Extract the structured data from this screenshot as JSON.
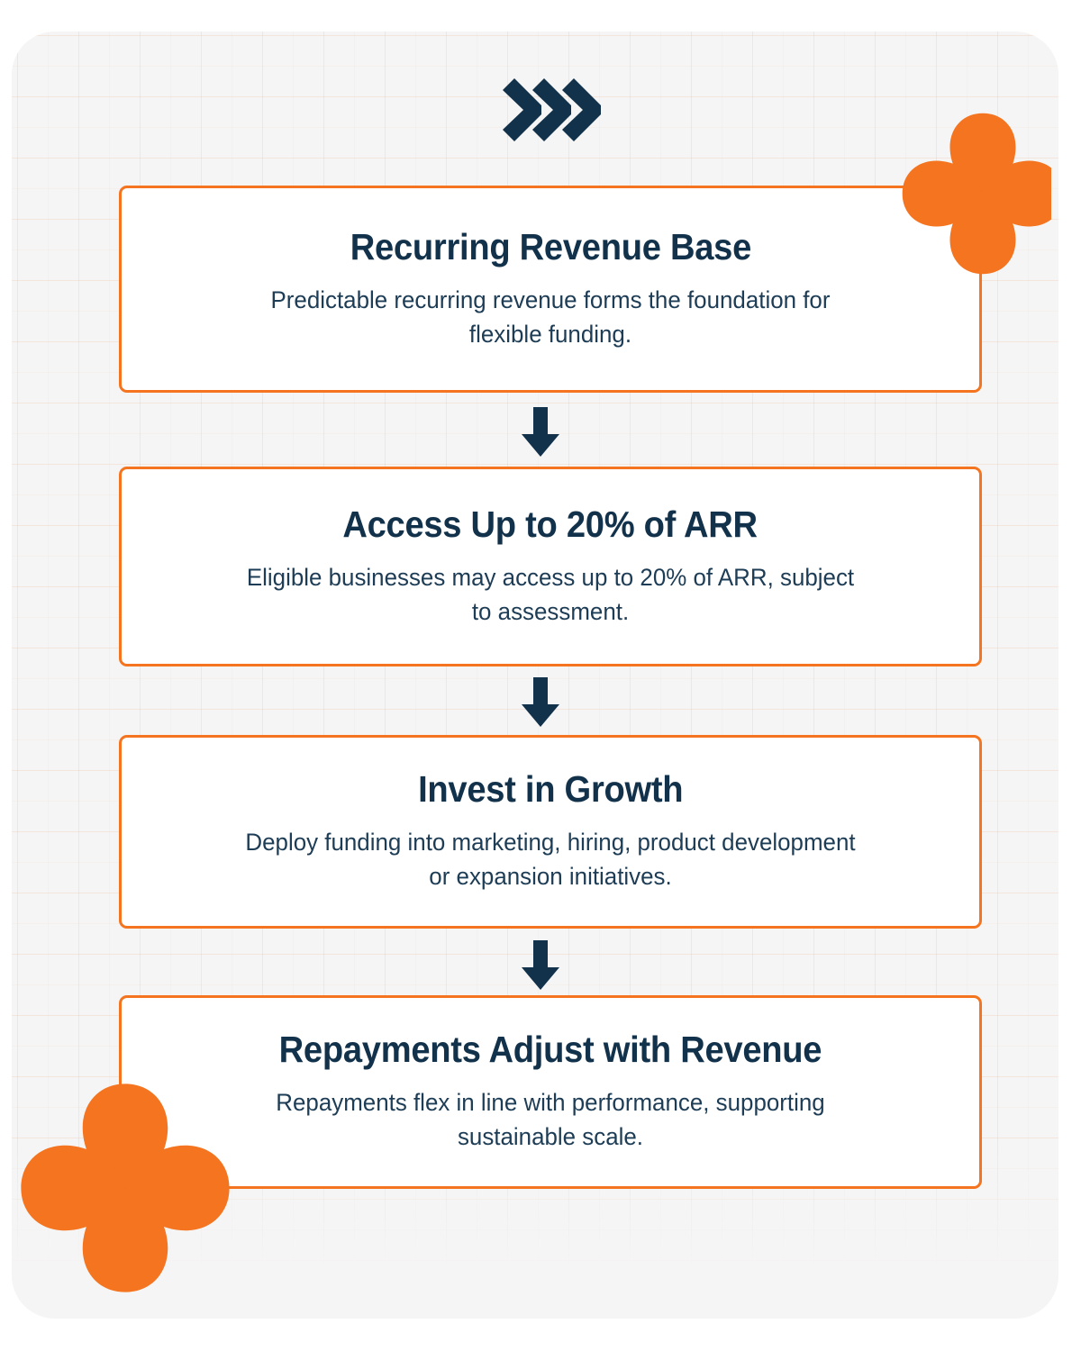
{
  "theme": {
    "panel_background": "#F5F5F5",
    "card_background": "#FFFFFF",
    "accent_orange": "#F4741F",
    "heading_navy": "#12314A",
    "body_navy": "#1D3C55",
    "arrow_navy": "#12314A",
    "page_background": "#FFFFFF"
  },
  "header": {
    "icon": "triple-chevron-right-icon"
  },
  "decorations": [
    {
      "name": "four-petal-flower-top-right",
      "color": "#F4741F"
    },
    {
      "name": "four-petal-flower-bottom-left",
      "color": "#F4741F"
    }
  ],
  "flow": {
    "steps": [
      {
        "title": "Recurring Revenue Base",
        "description": "Predictable recurring revenue forms the foundation for flexible funding."
      },
      {
        "title": "Access Up to 20% of ARR",
        "description": "Eligible businesses may access up to 20% of ARR, subject to assessment."
      },
      {
        "title": "Invest in Growth",
        "description": "Deploy funding into marketing, hiring, product development or expansion initiatives."
      },
      {
        "title": "Repayments Adjust with Revenue",
        "description": "Repayments flex in line with performance, supporting sustainable scale."
      }
    ],
    "connectors": [
      {
        "name": "arrow-down-icon"
      },
      {
        "name": "arrow-down-icon"
      },
      {
        "name": "arrow-down-icon"
      }
    ]
  }
}
